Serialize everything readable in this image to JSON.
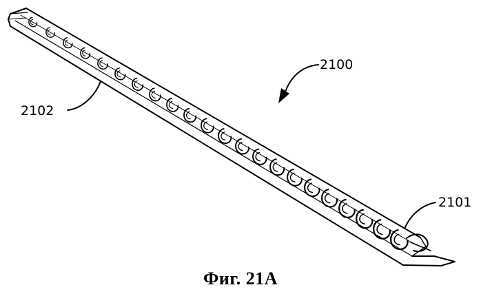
{
  "figure": {
    "reference_labels": {
      "assembly": "2100",
      "carrier": "2102",
      "coil_end": "2101"
    },
    "caption": "Фиг. 21A",
    "coil_count": 22
  }
}
